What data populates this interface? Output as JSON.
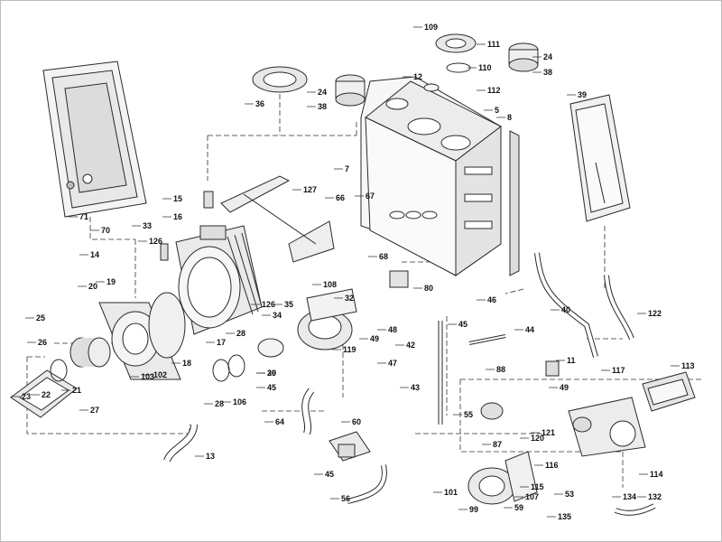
{
  "diagram": {
    "colors": {
      "line": "#2a2a2a",
      "fill": "#f4f4f4",
      "shade": "#d9d9d9"
    },
    "labels": [
      "109",
      "111",
      "110",
      "12",
      "112",
      "24",
      "38",
      "36",
      "5",
      "8",
      "39",
      "7",
      "127",
      "66",
      "67",
      "15",
      "16",
      "71",
      "70",
      "33",
      "126",
      "14",
      "68",
      "20",
      "19",
      "80",
      "46",
      "17",
      "108",
      "35",
      "32",
      "126",
      "34",
      "28",
      "30",
      "119",
      "49",
      "48",
      "42",
      "45",
      "44",
      "40",
      "122",
      "25",
      "26",
      "103",
      "102",
      "18",
      "47",
      "43",
      "88",
      "11",
      "117",
      "113",
      "24",
      "38",
      "23",
      "22",
      "21",
      "27",
      "28",
      "106",
      "45",
      "29",
      "64",
      "60",
      "55",
      "49",
      "121",
      "87",
      "120",
      "116",
      "115",
      "45",
      "56",
      "101",
      "107",
      "99",
      "59",
      "53",
      "135",
      "134",
      "132",
      "114",
      "13"
    ]
  }
}
